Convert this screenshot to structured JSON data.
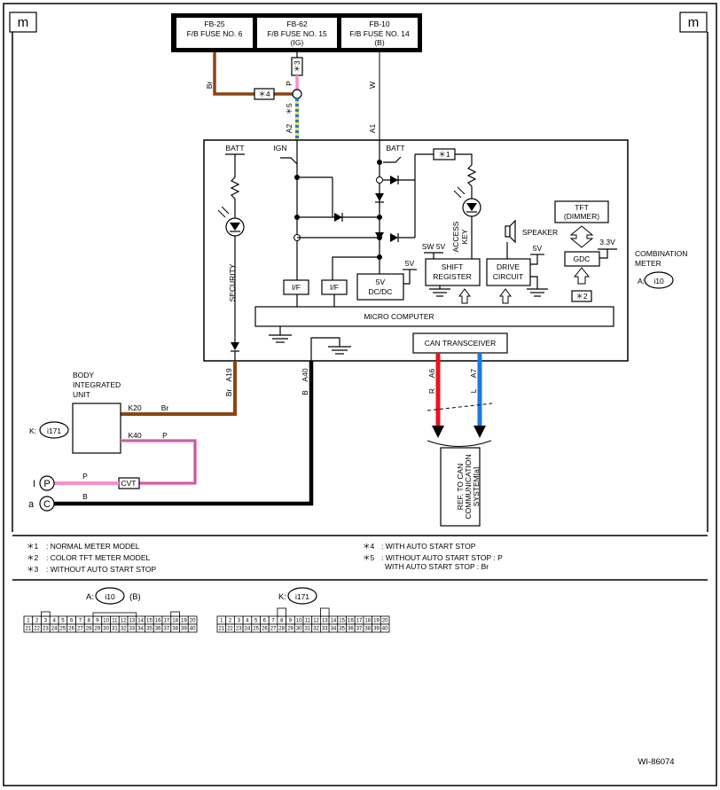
{
  "page": {
    "corner_left": "m",
    "corner_right": "m",
    "doc_id": "WI-86074"
  },
  "fuses": [
    {
      "id": "FB-25",
      "name": "F/B FUSE NO. 6",
      "sub": ""
    },
    {
      "id": "FB-62",
      "name": "F/B FUSE NO. 15",
      "sub": "(IG)"
    },
    {
      "id": "FB-10",
      "name": "F/B FUSE NO. 14",
      "sub": "(B)"
    }
  ],
  "wires": {
    "br": "Br",
    "p": "P",
    "w": "W",
    "r": "R",
    "l": "L",
    "b": "B",
    "colors": {
      "brown": "#8B4513",
      "pink": "#FF8CD2",
      "red": "#E8141E",
      "blue": "#1E78E6",
      "yellow": "#F2E03C",
      "black": "#000000"
    }
  },
  "stars": {
    "s1": "＊1",
    "s2": "＊2",
    "s3": "＊3",
    "s4": "＊4",
    "s5": "＊5"
  },
  "pins": {
    "a1": "A1",
    "a2": "A2",
    "a6": "A6",
    "a7": "A7",
    "a19": "A19",
    "a40": "A40",
    "k20": "K20",
    "k40": "K40"
  },
  "meter": {
    "batt": "BATT",
    "ign": "IGN",
    "security": "SECURITY",
    "access_key_1": "ACCESS",
    "access_key_2": "KEY",
    "speaker": "SPEAKER",
    "tft_1": "TFT",
    "tft_2": "(DIMMER)",
    "v33": "3.3V",
    "gdc": "GDC",
    "sw5v": "SW 5V",
    "v5": "5V",
    "shift_1": "SHIFT",
    "shift_2": "REGISTER",
    "drive_1": "DRIVE",
    "drive_2": "CIRCUIT",
    "if": "I/F",
    "dcdc_1": "5V",
    "dcdc_2": "DC/DC",
    "micro": "MICRO COMPUTER",
    "can": "CAN TRANSCEIVER",
    "label_1": "COMBINATION",
    "label_2": "METER",
    "conn_prefix": "A:",
    "conn": "i10"
  },
  "body_unit": {
    "line1": "BODY",
    "line2": "INTEGRATED",
    "line3": "UNIT",
    "conn_prefix": "K:",
    "conn": "i171"
  },
  "terminals": {
    "i_label": "I",
    "i_letter": "P",
    "a_label": "a",
    "a_letter": "C",
    "cvt": "CVT"
  },
  "ref_box": {
    "line1": "REF. TO CAN",
    "line2": "COMMUNICATION",
    "line3": "SYSTEM[a]"
  },
  "notes": {
    "left": [
      {
        "mark": "＊1",
        "text": ": NORMAL METER MODEL"
      },
      {
        "mark": "＊2",
        "text": ": COLOR TFT METER MODEL"
      },
      {
        "mark": "＊3",
        "text": ": WITHOUT AUTO START STOP"
      }
    ],
    "right": [
      {
        "mark": "＊4",
        "text": ": WITH AUTO START STOP"
      },
      {
        "mark": "＊5",
        "text": ": WITHOUT AUTO START STOP  : P"
      },
      {
        "mark": "",
        "text": "WITH AUTO START STOP  : Br"
      }
    ]
  },
  "connectors": {
    "a_prefix": "A:",
    "a_name": "i10",
    "a_suffix": "(B)",
    "k_prefix": "K:",
    "k_name": "i171",
    "row1": [
      "1",
      "2",
      "3",
      "4",
      "5",
      "6",
      "7",
      "8",
      "9",
      "10",
      "11",
      "12",
      "13",
      "14",
      "15",
      "16",
      "17",
      "18",
      "19",
      "20"
    ],
    "row2": [
      "21",
      "22",
      "23",
      "24",
      "25",
      "26",
      "27",
      "28",
      "29",
      "30",
      "31",
      "32",
      "33",
      "34",
      "35",
      "36",
      "37",
      "38",
      "39",
      "40"
    ]
  }
}
